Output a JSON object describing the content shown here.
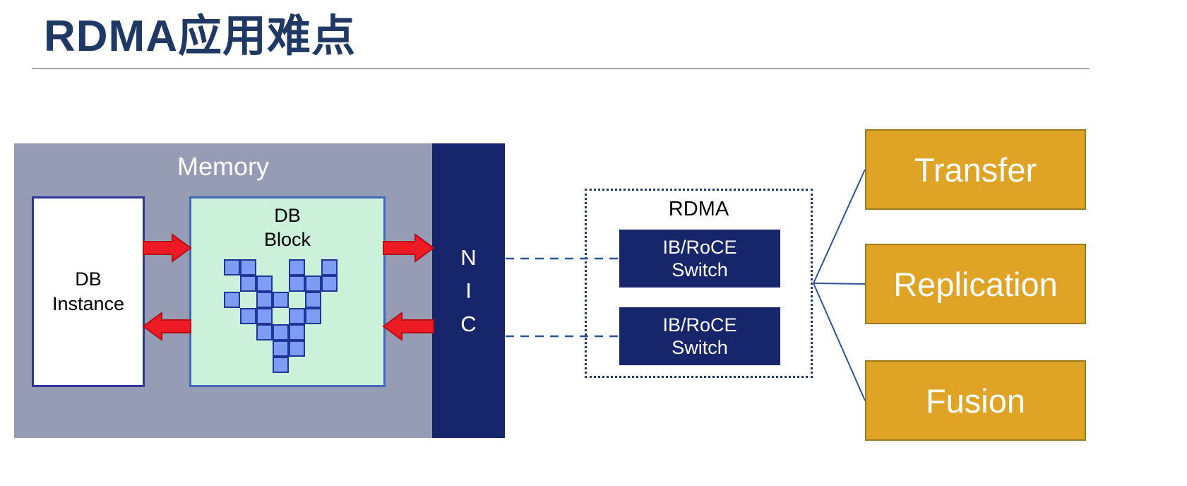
{
  "slide": {
    "title": "RDMA应用难点"
  },
  "memory": {
    "label": "Memory",
    "db_instance": {
      "line1": "DB",
      "line2": "Instance"
    },
    "db_block": {
      "line1": "DB",
      "line2": "Block",
      "pattern_rows": [
        "1100101",
        "0110111",
        "1011010",
        "0110110",
        "0011100",
        "0001100",
        "0001000"
      ]
    }
  },
  "nic": {
    "letters": [
      "N",
      "I",
      "C"
    ]
  },
  "rdma": {
    "label": "RDMA",
    "switches": [
      {
        "line1": "IB/RoCE",
        "line2": "Switch"
      },
      {
        "line1": "IB/RoCE",
        "line2": "Switch"
      }
    ]
  },
  "outputs": [
    {
      "label": "Transfer"
    },
    {
      "label": "Replication"
    },
    {
      "label": "Fusion"
    }
  ],
  "colors": {
    "title": "#1F3864",
    "rule": "#A6A6A6",
    "memory_bg": "#969CB4",
    "memory_text": "#FFFFFF",
    "navy": "#17266B",
    "instance_border": "#2F3699",
    "block_bg": "#CBF1DB",
    "block_border": "#4169B8",
    "square_fill": "#7E9CF4",
    "square_border": "#1F3699",
    "arrow_fill": "#EE1B24",
    "arrow_stroke": "#B21016",
    "dotted_border": "#1F3864",
    "connector": "#2E5395",
    "gold_bg": "#DFA426",
    "gold_border": "#9C7A1E"
  }
}
